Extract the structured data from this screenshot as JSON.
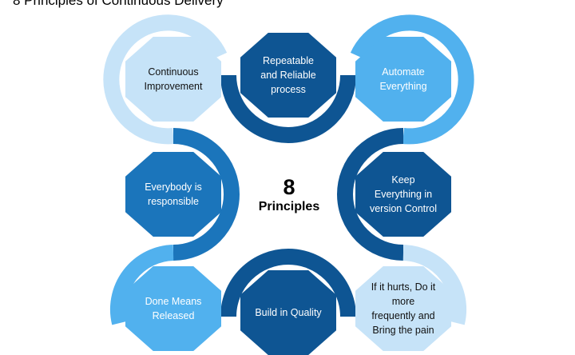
{
  "title": "8 Principles of Continuous Delivery",
  "center": {
    "number": "8",
    "label": "Principles"
  },
  "principles": [
    {
      "label": "Continuous\nImprovement",
      "color": "#c6e3f8"
    },
    {
      "label": "Repeatable\nand Reliable\nprocess",
      "color": "#0e5593"
    },
    {
      "label": "Automate\nEverything",
      "color": "#51b1ee"
    },
    {
      "label": "Everybody is\nresponsible",
      "color": "#1b75bb"
    },
    {
      "label": "Keep\nEverything in\nversion Control",
      "color": "#0e5593"
    },
    {
      "label": "Done Means\nReleased",
      "color": "#51b1ee"
    },
    {
      "label": "Build in Quality",
      "color": "#0e5593"
    },
    {
      "label": "If it hurts, Do it\nmore\nfrequently and\nBring the pain",
      "color": "#c6e3f8"
    }
  ],
  "colors": {
    "light_blue": "#c6e3f8",
    "sky_blue": "#51b1ee",
    "medium_blue": "#1b75bb",
    "dark_blue": "#0e5593"
  }
}
